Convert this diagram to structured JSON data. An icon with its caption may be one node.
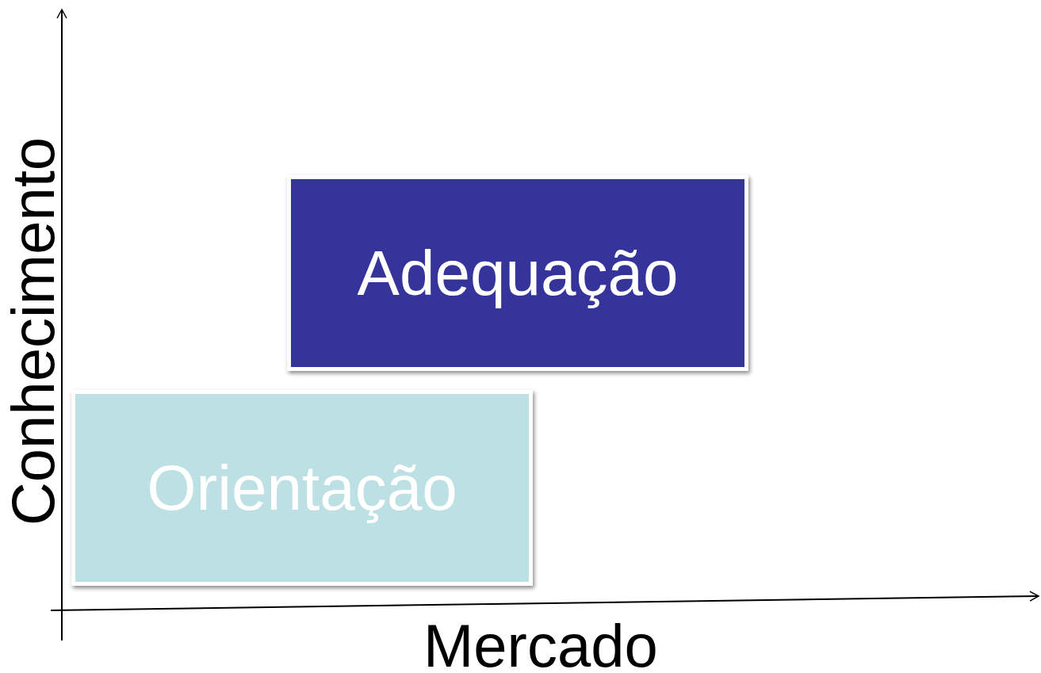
{
  "diagram": {
    "nodes": [
      {
        "text": [
          "Adequação"
        ]
      },
      {
        "text": [
          "Orientação"
        ]
      }
    ],
    "labels": [
      "Conhecimento",
      "Mercado"
    ]
  }
}
